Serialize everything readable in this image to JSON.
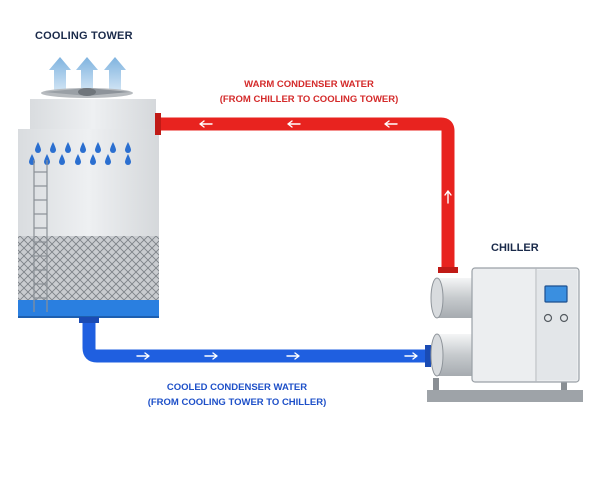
{
  "labels": {
    "cooling_tower": "COOLING TOWER",
    "chiller": "CHILLER",
    "warm_line1": "WARM CONDENSER WATER",
    "warm_line2": "(FROM CHILLER TO COOLING TOWER)",
    "cool_line1": "COOLED CONDENSER WATER",
    "cool_line2": "(FROM COOLING TOWER TO CHILLER)"
  },
  "colors": {
    "warm_pipe": "#e8231f",
    "cool_pipe": "#1f5fe0",
    "tower_body": "#e4e6e8",
    "basin_water": "#2a7fe0",
    "chiller_body": "#eceef0",
    "panel_screen": "#3a8fe0"
  },
  "icons": [
    "up-arrow-icon",
    "fan-icon",
    "water-drop-icon",
    "ladder-icon",
    "flow-arrow-icon"
  ]
}
